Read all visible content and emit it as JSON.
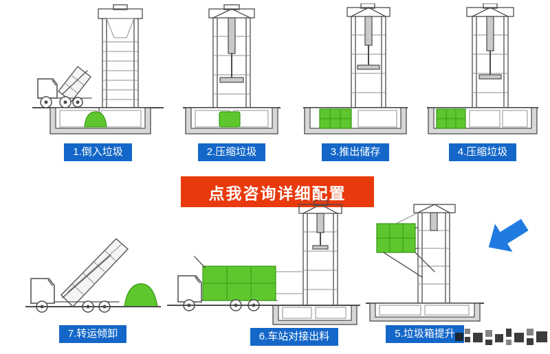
{
  "steps": {
    "top": [
      {
        "label": "1.倒入垃圾"
      },
      {
        "label": "2.压缩垃圾"
      },
      {
        "label": "3.推出储存"
      },
      {
        "label": "4.压缩垃圾"
      }
    ],
    "bottom": [
      {
        "label": "7.转运倾卸"
      },
      {
        "label": "6.车站对接出料"
      },
      {
        "label": "5.垃圾箱提升"
      }
    ]
  },
  "banner": {
    "label": "点我咨询详细配置"
  },
  "icons": {
    "arrow": "left-arrow-icon",
    "watermark": "pixel-watermark"
  },
  "colors": {
    "label_bg": "#1467c8",
    "banner_bg": "#e83a0d",
    "garbage_green": "#5ec72d",
    "green_stroke": "#379714",
    "arrow_blue": "#1f7be0",
    "line": "#4a4a4a"
  }
}
